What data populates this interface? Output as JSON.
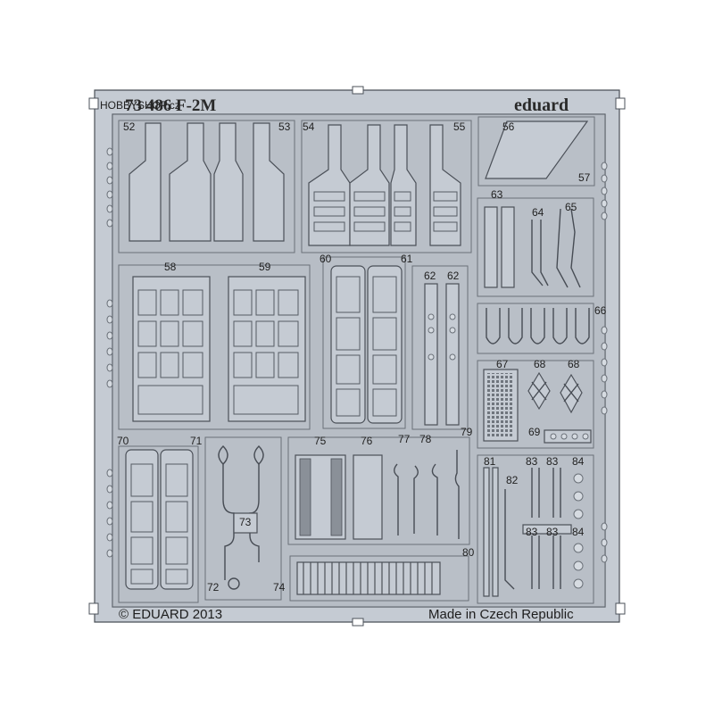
{
  "fret": {
    "catalog_header": "73 486 F-2M",
    "watermark": "HOBBYSHOP.cz",
    "brand": "eduard",
    "copyright": "© EDUARD 2013",
    "origin": "Made in Czech Republic"
  },
  "part_numbers": [
    "52",
    "53",
    "54",
    "55",
    "56",
    "57",
    "58",
    "59",
    "60",
    "61",
    "62",
    "62",
    "63",
    "64",
    "65",
    "66",
    "67",
    "68",
    "68",
    "69",
    "70",
    "71",
    "72",
    "73",
    "74",
    "75",
    "76",
    "77",
    "78",
    "79",
    "80",
    "81",
    "82",
    "83",
    "83",
    "83",
    "83",
    "84",
    "84"
  ],
  "colors": {
    "metal": "#c5cbd3",
    "outline": "#4b5058",
    "background": "#ffffff"
  }
}
